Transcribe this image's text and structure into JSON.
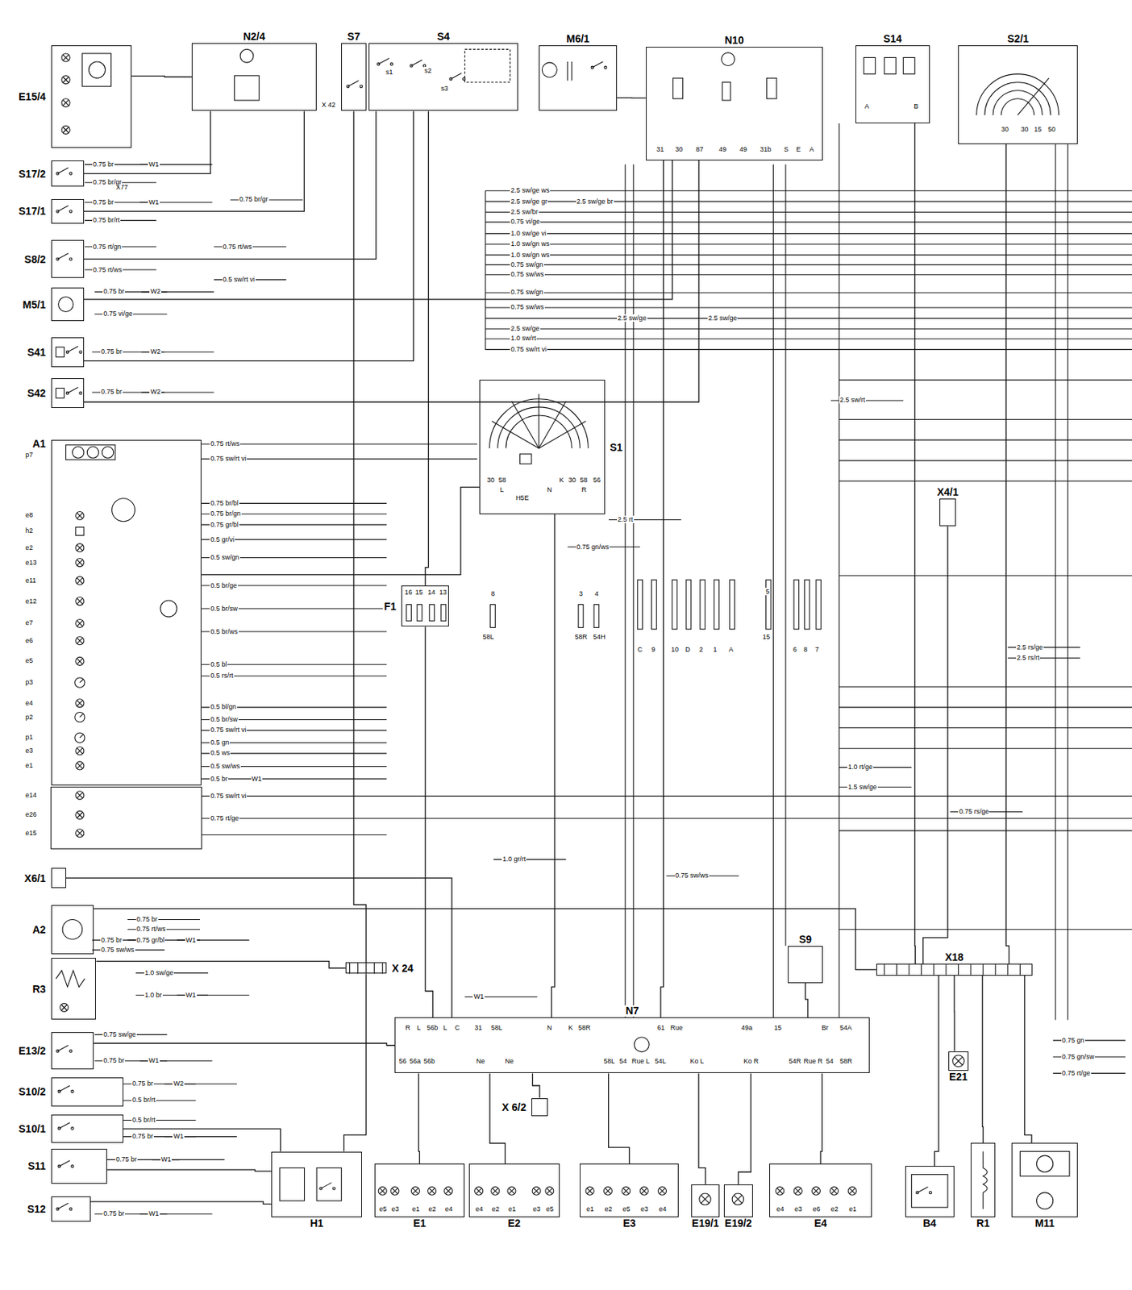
{
  "diagram": {
    "nodes": [
      {
        "text": [
          "E15/4"
        ]
      },
      {
        "text": [
          "N2/4"
        ]
      },
      {
        "text": [
          "S7"
        ]
      },
      {
        "text": [
          "S4"
        ]
      },
      {
        "text": [
          "M6/1"
        ]
      },
      {
        "text": [
          "N10"
        ]
      },
      {
        "text": [
          "S14"
        ]
      },
      {
        "text": [
          "S2/1"
        ]
      },
      {
        "text": [
          "S17/2"
        ]
      },
      {
        "text": [
          "S17/1"
        ]
      },
      {
        "text": [
          "S8/2"
        ]
      },
      {
        "text": [
          "M5/1"
        ]
      },
      {
        "text": [
          "S41"
        ]
      },
      {
        "text": [
          "S42"
        ]
      },
      {
        "text": [
          "A1"
        ]
      },
      {
        "text": [
          "X6/1"
        ]
      },
      {
        "text": [
          "A2"
        ]
      },
      {
        "text": [
          "R3"
        ]
      },
      {
        "text": [
          "E13/2"
        ]
      },
      {
        "text": [
          "S10/2"
        ]
      },
      {
        "text": [
          "S10/1"
        ]
      },
      {
        "text": [
          "S11"
        ]
      },
      {
        "text": [
          "S12"
        ]
      },
      {
        "text": [
          "S1"
        ]
      },
      {
        "text": [
          "F1"
        ]
      },
      {
        "text": [
          "X4/1"
        ]
      },
      {
        "text": [
          "X 24"
        ]
      },
      {
        "text": [
          "S9"
        ]
      },
      {
        "text": [
          "X18"
        ]
      },
      {
        "text": [
          "N7"
        ]
      },
      {
        "text": [
          "X 6/2"
        ]
      },
      {
        "text": [
          "E21"
        ]
      },
      {
        "text": [
          "H1"
        ]
      },
      {
        "text": [
          "E1"
        ]
      },
      {
        "text": [
          "E2"
        ]
      },
      {
        "text": [
          "E3"
        ]
      },
      {
        "text": [
          "E19/1"
        ]
      },
      {
        "text": [
          "E19/2"
        ]
      },
      {
        "text": [
          "E4"
        ]
      },
      {
        "text": [
          "B4"
        ]
      },
      {
        "text": [
          "R1"
        ]
      },
      {
        "text": [
          "M11"
        ]
      }
    ],
    "edges": [
      {
        "from": 0,
        "to": 1,
        "arrow": "none"
      },
      {
        "from": 8,
        "to": 1,
        "arrow": "none"
      },
      {
        "from": 9,
        "to": 1,
        "arrow": "none"
      },
      {
        "from": 10,
        "to": 3,
        "arrow": "none"
      },
      {
        "from": 2,
        "to": 26,
        "arrow": "none"
      },
      {
        "from": 3,
        "to": 24,
        "arrow": "none"
      },
      {
        "from": 4,
        "to": 5,
        "arrow": "none"
      },
      {
        "from": 23,
        "to": 29,
        "arrow": "none"
      },
      {
        "from": 24,
        "to": 29,
        "arrow": "none"
      },
      {
        "from": 5,
        "to": 29,
        "arrow": "none"
      },
      {
        "from": 6,
        "to": 28,
        "arrow": "none"
      },
      {
        "from": 7,
        "to": 28,
        "arrow": "none"
      },
      {
        "from": 25,
        "to": 28,
        "arrow": "none"
      },
      {
        "from": 28,
        "to": 39,
        "arrow": "none"
      },
      {
        "from": 28,
        "to": 40,
        "arrow": "none"
      },
      {
        "from": 28,
        "to": 41,
        "arrow": "none"
      },
      {
        "from": 28,
        "to": 31,
        "arrow": "none"
      },
      {
        "from": 29,
        "to": 33,
        "arrow": "none"
      },
      {
        "from": 29,
        "to": 34,
        "arrow": "none"
      },
      {
        "from": 29,
        "to": 35,
        "arrow": "none"
      },
      {
        "from": 29,
        "to": 36,
        "arrow": "none"
      },
      {
        "from": 29,
        "to": 37,
        "arrow": "none"
      },
      {
        "from": 29,
        "to": 38,
        "arrow": "none"
      },
      {
        "from": 26,
        "to": 32,
        "arrow": "none"
      },
      {
        "from": 29,
        "to": 30,
        "arrow": "none"
      },
      {
        "from": 27,
        "to": 29,
        "arrow": "none"
      },
      {
        "from": 14,
        "to": 23,
        "arrow": "none"
      },
      {
        "from": 16,
        "to": 28,
        "arrow": "none"
      },
      {
        "from": 17,
        "to": 26,
        "arrow": "none"
      },
      {
        "from": 18,
        "to": 29,
        "arrow": "none"
      },
      {
        "from": 20,
        "to": 32,
        "arrow": "none"
      },
      {
        "from": 21,
        "to": 32,
        "arrow": "none"
      },
      {
        "from": 22,
        "to": 32,
        "arrow": "none"
      },
      {
        "from": 11,
        "to": 5,
        "arrow": "none"
      },
      {
        "from": 12,
        "to": 3,
        "arrow": "none"
      },
      {
        "from": 13,
        "to": 5,
        "arrow": "none"
      },
      {
        "from": 15,
        "to": 29,
        "arrow": "none"
      }
    ],
    "labels": [
      "X77",
      "X 42",
      "p7",
      "e8",
      "h2",
      "e2",
      "e13",
      "e11",
      "e12",
      "e7",
      "e6",
      "e5",
      "p3",
      "e4",
      "p2",
      "p1",
      "e3",
      "e1",
      "e14",
      "e26",
      "e15",
      "0.75 br",
      "W1",
      "0.75 br/gr",
      "0.75 br",
      "W1",
      "0.75 br/rt",
      "0.75 rt/gn",
      "0.75 rt/ws",
      "0.75 br",
      "W2",
      "0.75 vi/ge",
      "0.75 br",
      "W2",
      "0.75 br",
      "W2",
      "0.75 rt/ws",
      "0.75 sw/rt vi",
      "0.75 br/bl",
      "0.75 br/gn",
      "0.75 gr/bl",
      "0.5 gr/vi",
      "0.5 sw/gn",
      "0.5 br/ge",
      "0.5 br/sw",
      "0.5 br/ws",
      "0.5 bl",
      "0.5 rs/rt",
      "0.5 bl/gn",
      "0.5 br/sw",
      "0.75 sw/rt vi",
      "0.5 gn",
      "0.5 ws",
      "0.5 sw/ws",
      "0.5 br",
      "W1",
      "0.75 sw/rt vi",
      "0.75 rt/ge",
      "0.75 br",
      "0.75 rt/ws",
      "0.75 br",
      "0.75 gr/bl",
      "W1",
      "0.75 sw/ws",
      "1.0 sw/ge",
      "1.0 br",
      "W1",
      "0.75 sw/ge",
      "0.75 br",
      "W1",
      "0.75 br",
      "W2",
      "0.5 br/rt",
      "0.5 br/rt",
      "0.75 br",
      "W1",
      "0.75 br",
      "W1",
      "0.75 br",
      "W1",
      "2.5 sw/ge ws",
      "2.5 sw/ge gr",
      "2.5 sw/ge br",
      "2.5 sw/br",
      "0.75 vi/ge",
      "1.0 sw/ge vi",
      "1.0 sw/gn ws",
      "1.0 sw/gn ws",
      "0.75 sw/gn",
      "0.75 sw/ws",
      "0.75 sw/gn",
      "0.75 sw/ws",
      "2.5 sw/ge",
      "2.5 sw/ge",
      "2.5 sw/ge",
      "1.0 sw/rt",
      "0.75 sw/rt vi",
      "0.75 rt/ws",
      "0.5 sw/rt vi",
      "0.75 br/gr",
      "2.5 sw/rt",
      "2.5 rt",
      "0.75 gn/ws",
      "2.5 rs/ge",
      "2.5 rs/rt",
      "1.0 rt/ge",
      "1.5 sw/ge",
      "0.75 rs/ge",
      "1.0 gr/rt",
      "0.75 sw/ws",
      "0.75 gn",
      "0.75 gn/sw",
      "0.75 rt/ge",
      "W1",
      "30",
      "58",
      "L",
      "H5E",
      "N",
      "K",
      "30",
      "58",
      "R",
      "56",
      "16",
      "15",
      "14",
      "13",
      "8",
      "3",
      "4",
      "58L",
      "58R",
      "54H",
      "C",
      "9",
      "10",
      "D",
      "2",
      "1",
      "A",
      "5",
      "15",
      "6",
      "8",
      "7",
      "R",
      "L",
      "56b",
      "L",
      "C",
      "31",
      "58L",
      "N",
      "K",
      "58R",
      "61",
      "Rue",
      "49a",
      "15",
      "Br",
      "54A",
      "56",
      "56a",
      "56b",
      "Ne",
      "Ne",
      "58L",
      "54",
      "Rue L",
      "54L",
      "Ko L",
      "Ko R",
      "54R",
      "Rue R",
      "54",
      "58R",
      "e5",
      "e3",
      "e1",
      "e2",
      "e4",
      "e4",
      "e2",
      "e1",
      "e3",
      "e5",
      "e1",
      "e2",
      "e5",
      "e3",
      "e4",
      "e4",
      "e3",
      "e6",
      "e2",
      "e1",
      "31",
      "30",
      "87",
      "49",
      "49",
      "31b",
      "S",
      "E",
      "A",
      "A",
      "B",
      "s1",
      "s2",
      "s3",
      "30",
      "30",
      "15",
      "50"
    ]
  }
}
